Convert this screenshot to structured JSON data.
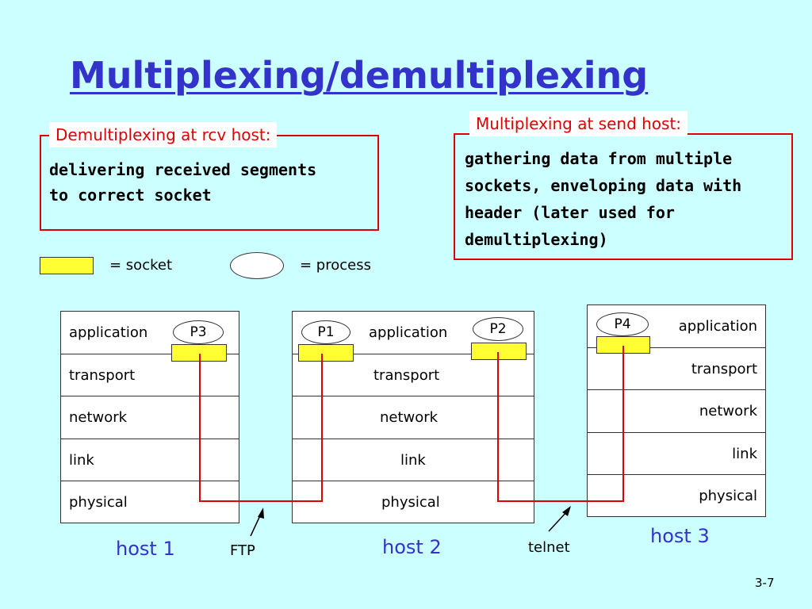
{
  "title": "Multiplexing/demultiplexing",
  "demux_box": {
    "label": "Demultiplexing at rcv host:",
    "line1": "delivering received segments",
    "line2": "to correct socket"
  },
  "mux_box": {
    "label": "Multiplexing at send host:",
    "line1": "gathering data from multiple",
    "line2": "sockets, enveloping data with",
    "line3": "header (later used for",
    "line4": "demultiplexing)"
  },
  "legend": {
    "socket_label": "= socket",
    "process_label": "= process"
  },
  "layers": [
    "application",
    "transport",
    "network",
    "link",
    "physical"
  ],
  "hosts": [
    {
      "name": "host 1",
      "processes": [
        "P3"
      ]
    },
    {
      "name": "host 2",
      "processes": [
        "P1",
        "P2"
      ]
    },
    {
      "name": "host 3",
      "processes": [
        "P4"
      ]
    }
  ],
  "apps": {
    "ftp": "FTP",
    "telnet": "telnet"
  },
  "slide_number": "3-7",
  "colors": {
    "background": "#ccffff",
    "title": "#3333cc",
    "frame": "#dd0000",
    "socket": "#ffff33",
    "path": "#dd0000"
  }
}
